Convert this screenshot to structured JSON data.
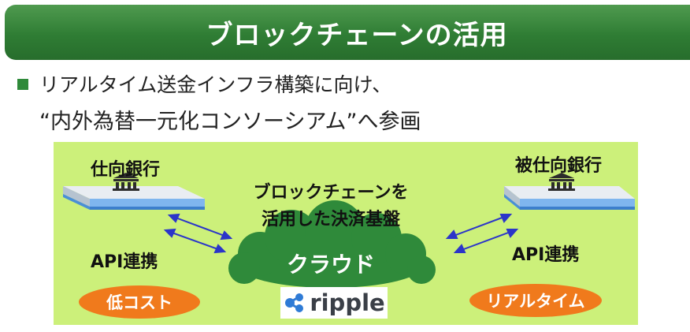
{
  "title": "ブロックチェーンの活用",
  "bullet_line1": "リアルタイム送金インフラ構築に向け、",
  "bullet_line2": "“内外為替一元化コンソーシアム”へ参画",
  "left_bank": "仕向銀行",
  "right_bank": "被仕向銀行",
  "center_label_line1": "ブロックチェーンを",
  "center_label_line2": "活用した決済基盤",
  "api_left": "API連携",
  "api_right": "API連携",
  "cloud_label": "クラウド",
  "pill_left": "低コスト",
  "pill_right": "リアルタイム",
  "ripple_logo_text": "ripple",
  "colors": {
    "title_green": "#2f7d34",
    "panel_green": "#ccf07a",
    "cloud_green": "#2f8a3a",
    "pill_orange": "#f07a1c",
    "arrow_blue": "#2b35c9"
  },
  "icons": [
    "bank-building-icon",
    "ripple-logo-icon",
    "double-arrow-icon"
  ]
}
